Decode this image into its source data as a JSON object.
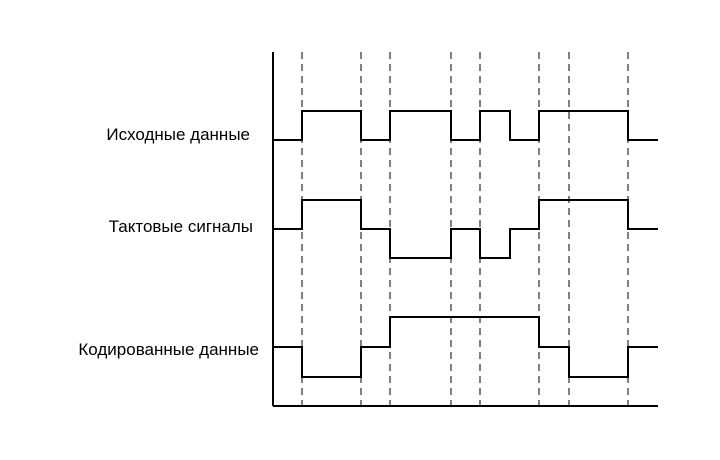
{
  "signals": [
    {
      "label": "Исходные данные",
      "levels": [
        0,
        1,
        1,
        0,
        1,
        0,
        1,
        0,
        1,
        1,
        0
      ]
    },
    {
      "label": "Тактовые сигналы",
      "levels": [
        0,
        1,
        1,
        0,
        -1,
        -1,
        0,
        -1,
        0,
        1,
        1,
        0
      ]
    },
    {
      "label": "Кодированные данные",
      "levels": [
        0,
        -1,
        -1,
        0,
        1,
        1,
        1,
        1,
        1,
        0,
        -1,
        -1,
        0
      ]
    }
  ],
  "colors": {
    "line": "#000000",
    "background": "#ffffff"
  }
}
